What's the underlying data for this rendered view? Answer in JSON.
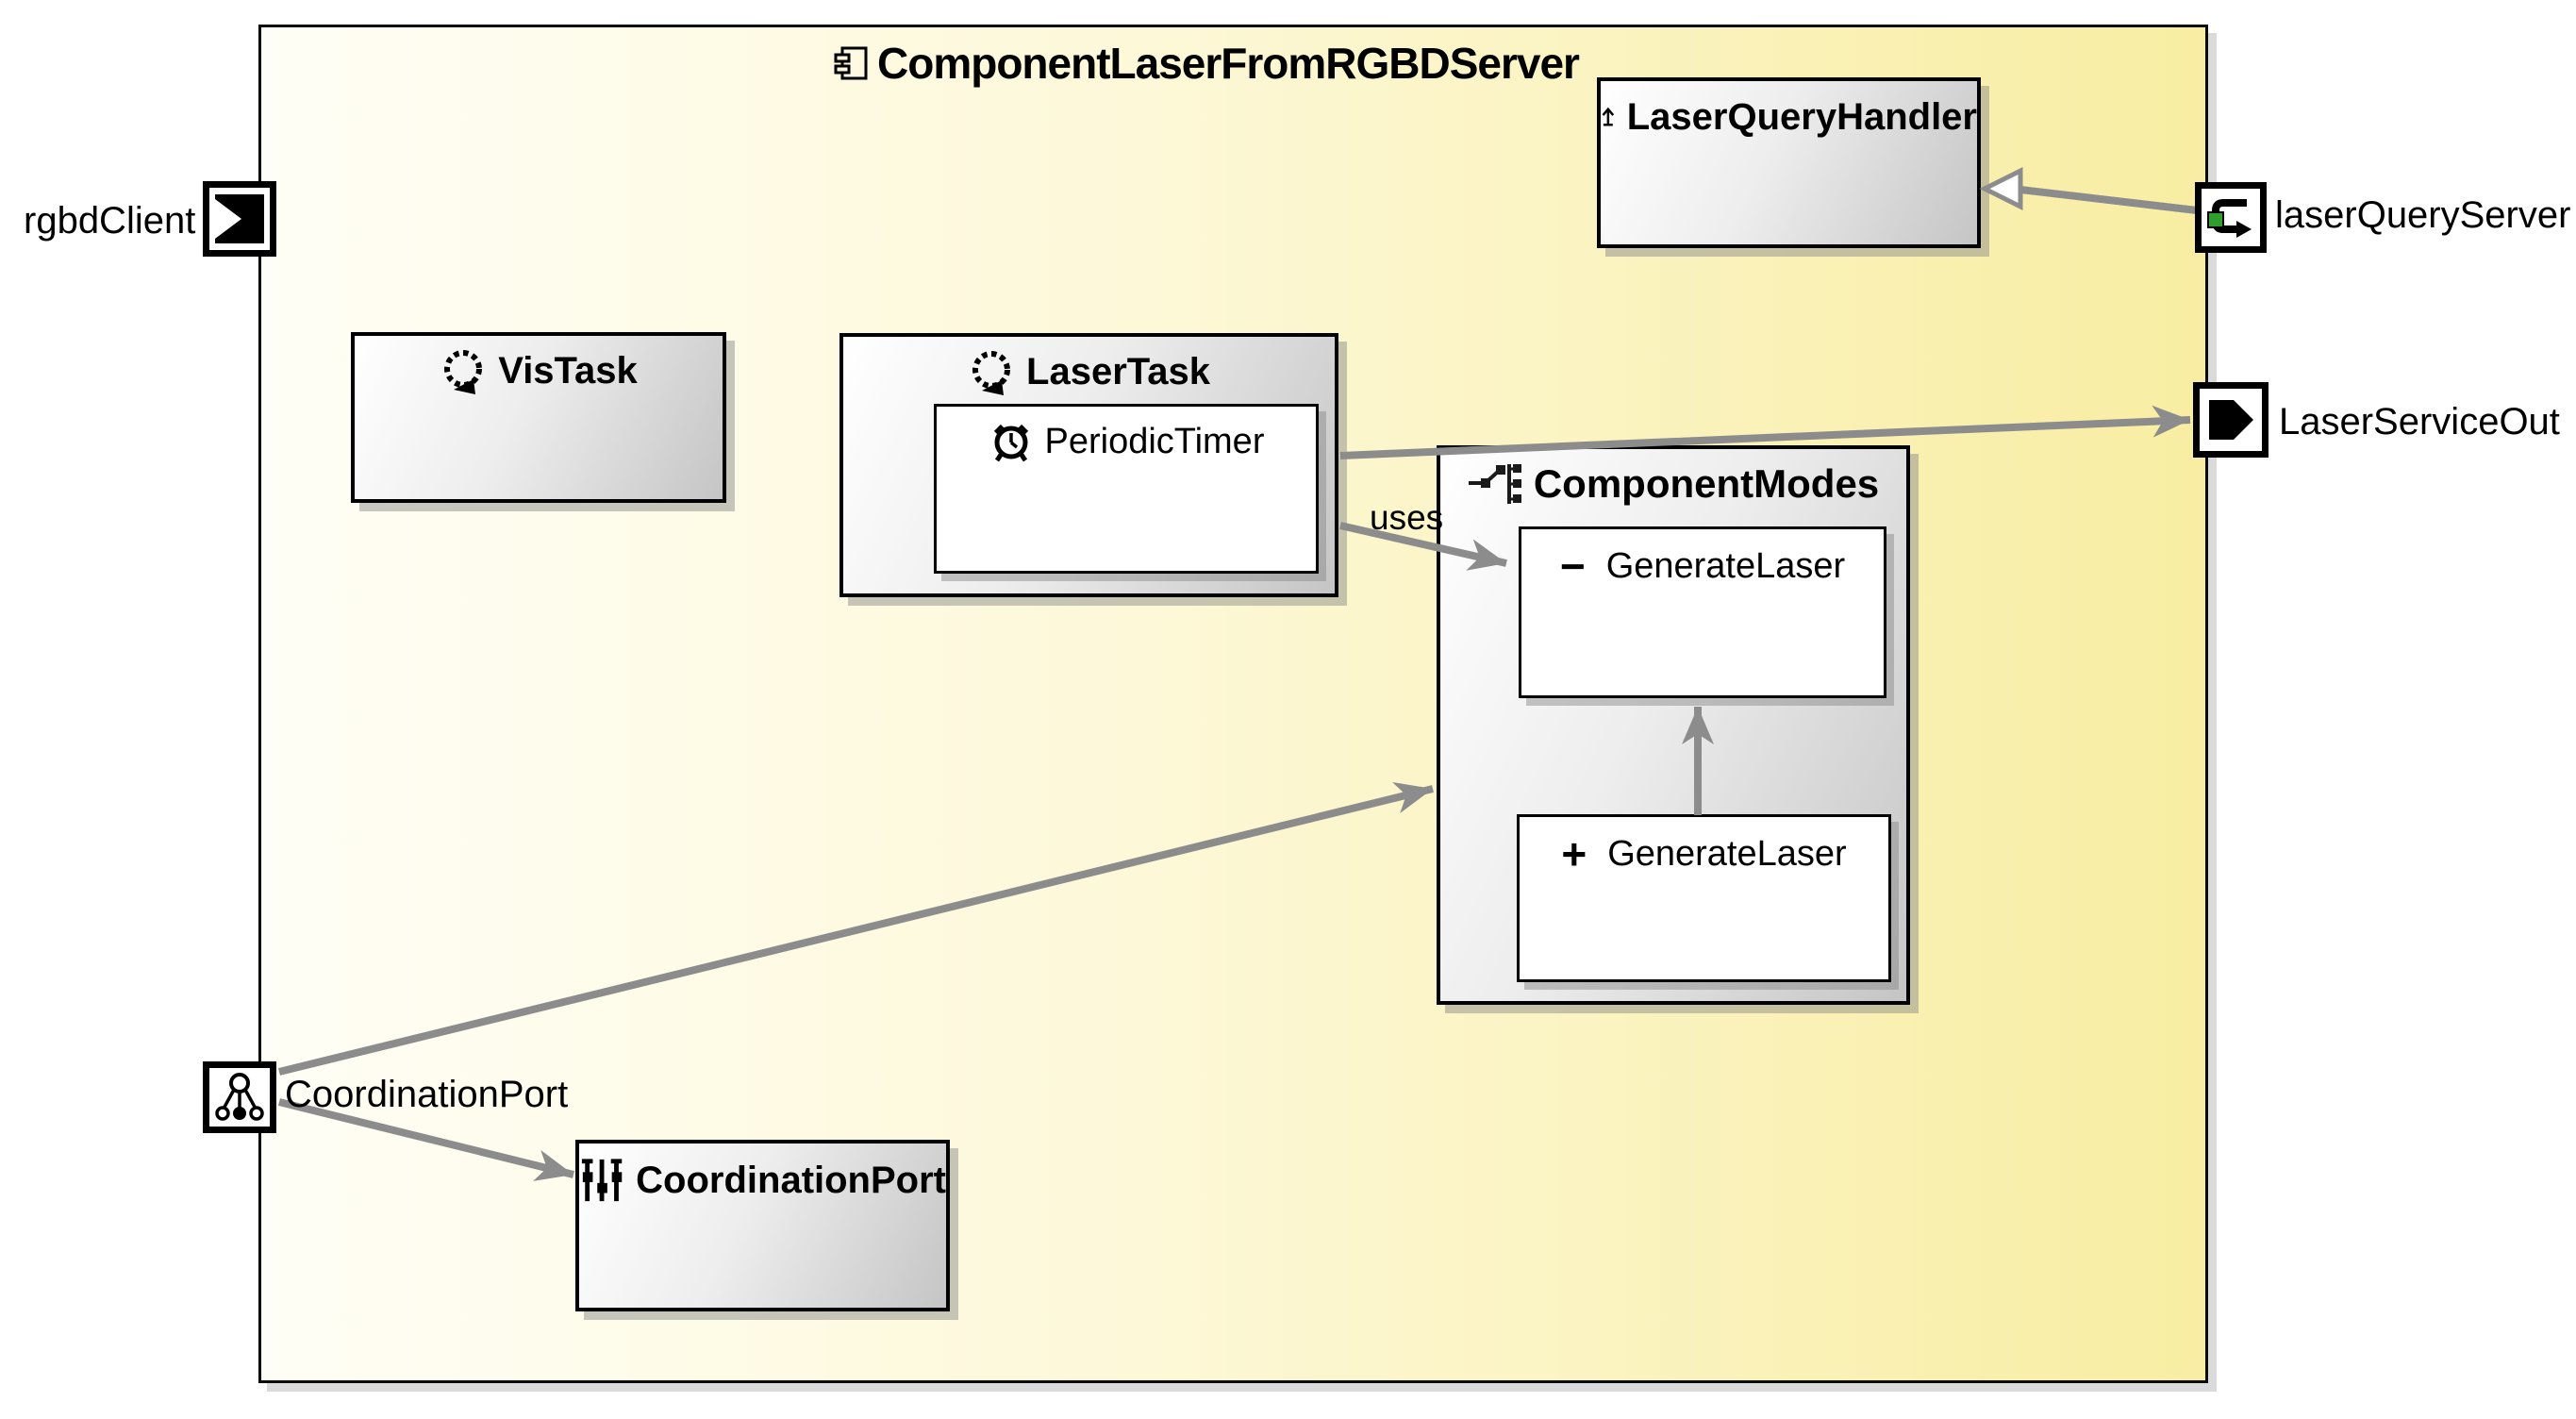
{
  "diagram": {
    "title": "ComponentLaserFromRGBDServer",
    "type": "component-diagram"
  },
  "components": {
    "laser_query_handler": {
      "label": "LaserQueryHandler",
      "icon": "up-arrow-icon"
    },
    "vis_task": {
      "label": "VisTask",
      "icon": "task-loop-icon"
    },
    "laser_task": {
      "label": "LaserTask",
      "icon": "task-loop-icon"
    },
    "periodic_timer": {
      "label": "PeriodicTimer",
      "icon": "alarm-clock-icon"
    },
    "component_modes": {
      "label": "ComponentModes",
      "icon": "modes-tree-icon"
    },
    "generate_laser_private": {
      "visibility": "−",
      "label": "GenerateLaser"
    },
    "generate_laser_public": {
      "visibility": "+",
      "label": "GenerateLaser"
    },
    "coordination_port_component": {
      "label": "CoordinationPort",
      "icon": "sliders-icon"
    }
  },
  "ports": {
    "rgbd_client": {
      "label": "rgbdClient"
    },
    "laser_query_server": {
      "label": "laserQueryServer"
    },
    "laser_service_out": {
      "label": "LaserServiceOut"
    },
    "coordination_port": {
      "label": "CoordinationPort"
    }
  },
  "edges": {
    "uses_label": "uses"
  },
  "colors": {
    "frame_yellow": "#f8eda2",
    "edge_gray": "#8c8c8c",
    "port_green": "#2f9e2f"
  }
}
